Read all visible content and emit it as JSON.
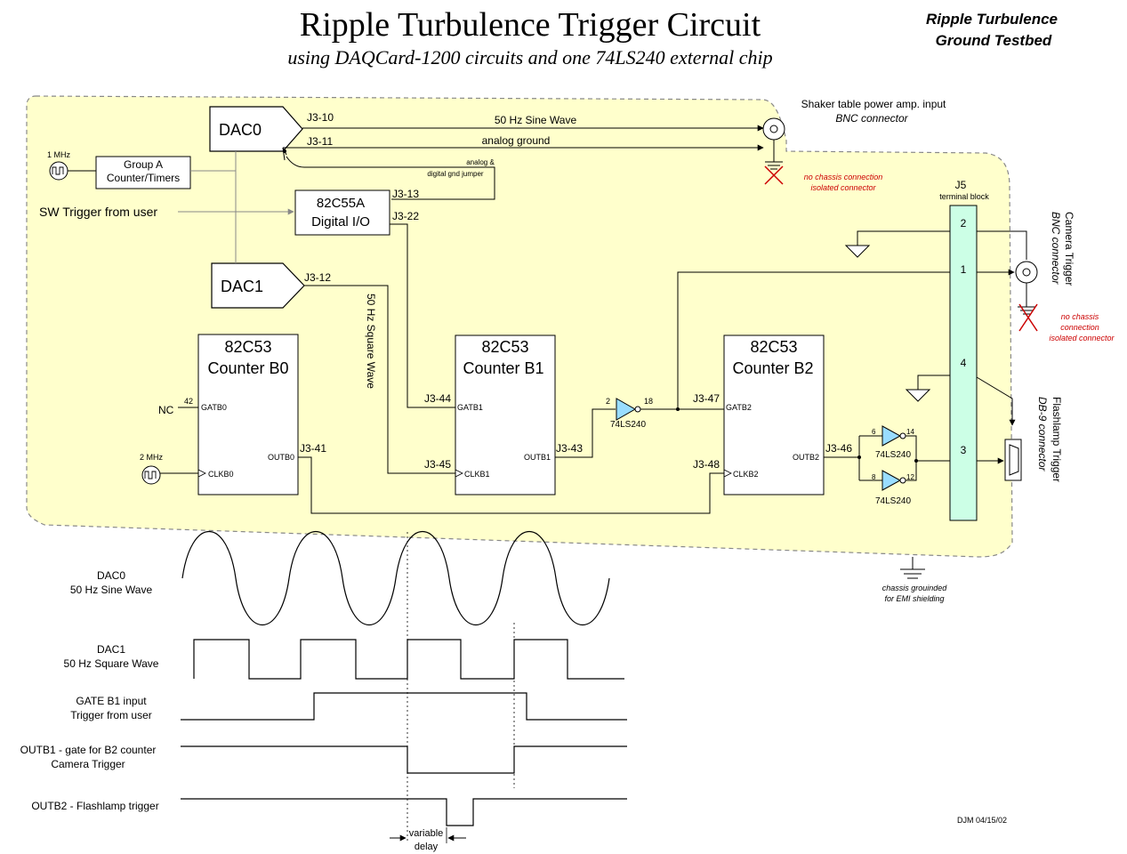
{
  "header": {
    "title": "Ripple Turbulence Trigger Circuit",
    "subtitle": "using DAQCard-1200 circuits and one 74LS240 external chip",
    "badge_line1": "Ripple Turbulence",
    "badge_line2": "Ground Testbed"
  },
  "blocks": {
    "dac0": "DAC0",
    "dac1": "DAC1",
    "group_a_line1": "Group A",
    "group_a_line2": "Counter/Timers",
    "ppi_line1": "82C55A",
    "ppi_line2": "Digital I/O",
    "b0_line1": "82C53",
    "b0_line2": "Counter B0",
    "b1_line1": "82C53",
    "b1_line2": "Counter B1",
    "b2_line1": "82C53",
    "b2_line2": "Counter B2"
  },
  "pins": {
    "j3_10": "J3-10",
    "j3_11": "J3-11",
    "j3_12": "J3-12",
    "j3_13": "J3-13",
    "j3_22": "J3-22",
    "j3_41": "J3-41",
    "j3_43": "J3-43",
    "j3_44": "J3-44",
    "j3_45": "J3-45",
    "j3_46": "J3-46",
    "j3_47": "J3-47",
    "j3_48": "J3-48",
    "gatb0": "GATB0",
    "clkb0": "CLKB0",
    "outb0": "OUTB0",
    "gatb1": "GATB1",
    "clkb1": "CLKB1",
    "outb1": "OUTB1",
    "gatb2": "GATB2",
    "clkb2": "CLKB2",
    "outb2": "OUTB2",
    "p42": "42",
    "nc": "NC",
    "inv1_in": "2",
    "inv1_out": "18",
    "inv2_in": "6",
    "inv2_out": "14",
    "inv3_in": "8",
    "inv3_out": "12",
    "ls240": "74LS240"
  },
  "clocks": {
    "one_mhz": "1 MHz",
    "two_mhz": "2 MHz"
  },
  "labels": {
    "sine_wave": "50 Hz Sine Wave",
    "analog_ground": "analog ground",
    "jumper_line1": "analog &",
    "jumper_line2": "digital gnd jumper",
    "sw_trigger": "SW Trigger from user",
    "square_wave": "50 Hz Square Wave",
    "shaker_line1": "Shaker table power amp. input",
    "shaker_line2": "BNC connector",
    "no_chassis_line1": "no chassis connection",
    "no_chassis_line2": "isolated connector",
    "j5": "J5",
    "terminal_block": "terminal block",
    "t1": "1",
    "t2": "2",
    "t3": "3",
    "t4": "4",
    "camera_line1": "Camera Trigger",
    "camera_line2": "BNC connector",
    "nc2_line1": "no chassis",
    "nc2_line2": "connection",
    "nc2_line3": "isolated connector",
    "flash_line1": "Flashlamp Trigger",
    "flash_line2": "DB-9 connector",
    "chassis_line1": "chassis grouinded",
    "chassis_line2": "for EMI shielding"
  },
  "timing": {
    "dac0_line1": "DAC0",
    "dac0_line2": "50 Hz Sine Wave",
    "dac1_line1": "DAC1",
    "dac1_line2": "50 Hz Square Wave",
    "gate_line1": "GATE B1 input",
    "gate_line2": "Trigger from user",
    "outb1_line1": "OUTB1 - gate for B2 counter",
    "outb1_line2": "Camera Trigger",
    "outb2_line1": "OUTB2 - Flashlamp trigger",
    "delay_line1": "variable",
    "delay_line2": "delay",
    "signature": "DJM 04/15/02"
  },
  "colors": {
    "board_fill": "#ffffcc",
    "terminal_fill": "#ccffe6",
    "buffer_fill": "#99ddff",
    "wire": "#000000",
    "signal_wire": "#888888",
    "note_red": "#cc0000"
  }
}
